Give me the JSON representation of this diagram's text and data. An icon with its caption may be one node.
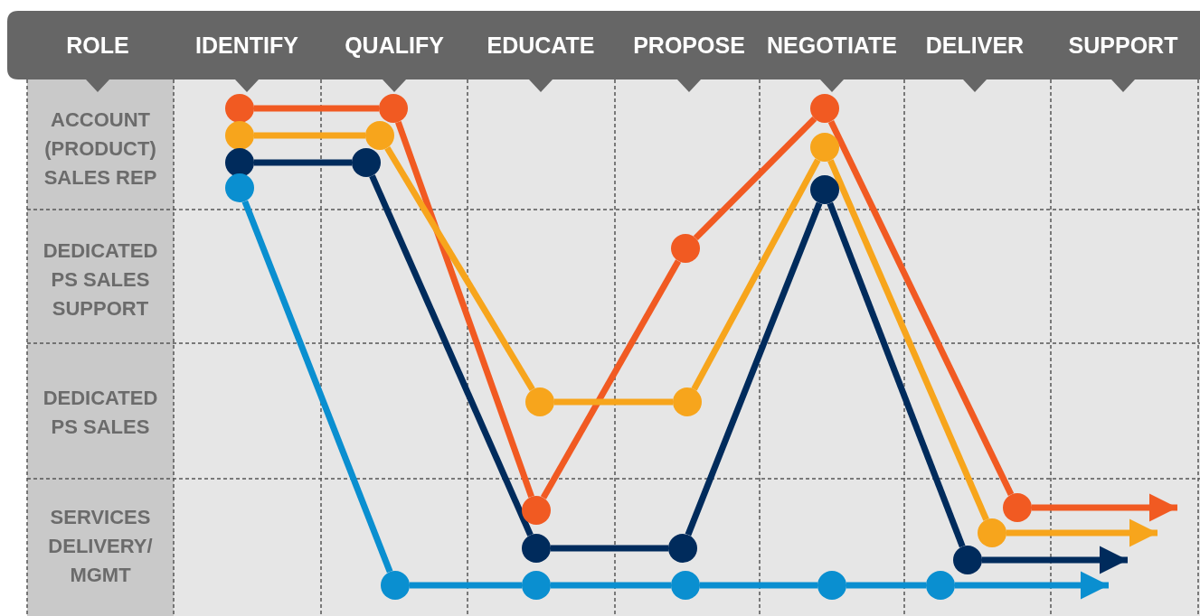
{
  "diagram": {
    "nodes": [
      {
        "text": [],
        "shape": "circle"
      },
      {
        "text": [],
        "shape": "circle"
      },
      {
        "text": [],
        "shape": "circle"
      },
      {
        "text": [],
        "shape": "circle"
      },
      {
        "text": [],
        "shape": "circle"
      },
      {
        "text": [],
        "shape": "circle"
      },
      {
        "text": [],
        "shape": "circle"
      },
      {
        "text": [],
        "shape": "circle"
      },
      {
        "text": [],
        "shape": "circle"
      },
      {
        "text": [],
        "shape": "circle"
      },
      {
        "text": [],
        "shape": "circle"
      },
      {
        "text": [],
        "shape": "circle"
      },
      {
        "text": [],
        "shape": "circle"
      },
      {
        "text": [],
        "shape": "circle"
      },
      {
        "text": [],
        "shape": "circle"
      },
      {
        "text": [],
        "shape": "circle"
      },
      {
        "text": [],
        "shape": "circle"
      },
      {
        "text": [],
        "shape": "circle"
      },
      {
        "text": [],
        "shape": "circle"
      },
      {
        "text": [],
        "shape": "circle"
      },
      {
        "text": [],
        "shape": "circle"
      },
      {
        "text": [],
        "shape": "circle"
      },
      {
        "text": [],
        "shape": "circle"
      },
      {
        "text": [],
        "shape": "circle"
      }
    ],
    "edges": [
      {
        "from": 0,
        "to": 4,
        "arrow": "none",
        "color": "#f15a22"
      },
      {
        "from": 4,
        "to": 9,
        "arrow": "none",
        "color": "#f15a22"
      },
      {
        "from": 9,
        "to": 12,
        "arrow": "none",
        "color": "#f15a22"
      },
      {
        "from": 12,
        "to": 16,
        "arrow": "none",
        "color": "#f15a22"
      },
      {
        "from": 16,
        "to": 20,
        "arrow": "none",
        "color": "#f15a22"
      },
      {
        "from": 20,
        "to": null,
        "arrow": "to",
        "color": "#f15a22"
      },
      {
        "from": 1,
        "to": 5,
        "arrow": "none",
        "color": "#f7a51c"
      },
      {
        "from": 5,
        "to": 8,
        "arrow": "none",
        "color": "#f7a51c"
      },
      {
        "from": 8,
        "to": 13,
        "arrow": "none",
        "color": "#f7a51c"
      },
      {
        "from": 13,
        "to": 17,
        "arrow": "none",
        "color": "#f7a51c"
      },
      {
        "from": 17,
        "to": 21,
        "arrow": "none",
        "color": "#f7a51c"
      },
      {
        "from": 21,
        "to": null,
        "arrow": "to",
        "color": "#f7a51c"
      },
      {
        "from": 2,
        "to": 6,
        "arrow": "none",
        "color": "#002b5c"
      },
      {
        "from": 6,
        "to": 10,
        "arrow": "none",
        "color": "#002b5c"
      },
      {
        "from": 10,
        "to": 14,
        "arrow": "none",
        "color": "#002b5c"
      },
      {
        "from": 14,
        "to": 18,
        "arrow": "none",
        "color": "#002b5c"
      },
      {
        "from": 18,
        "to": 22,
        "arrow": "none",
        "color": "#002b5c"
      },
      {
        "from": 22,
        "to": null,
        "arrow": "to",
        "color": "#002b5c"
      },
      {
        "from": 3,
        "to": 7,
        "arrow": "none",
        "color": "#0a8fd0"
      },
      {
        "from": 7,
        "to": 11,
        "arrow": "none",
        "color": "#0a8fd0"
      },
      {
        "from": 11,
        "to": 15,
        "arrow": "none",
        "color": "#0a8fd0"
      },
      {
        "from": 15,
        "to": 19,
        "arrow": "none",
        "color": "#0a8fd0"
      },
      {
        "from": 19,
        "to": 23,
        "arrow": "none",
        "color": "#0a8fd0"
      },
      {
        "from": 23,
        "to": null,
        "arrow": "to",
        "color": "#0a8fd0"
      }
    ],
    "labels": [
      "ROLE",
      "IDENTIFY",
      "QUALIFY",
      "EDUCATE",
      "PROPOSE",
      "NEGOTIATE",
      "DELIVER",
      "SUPPORT",
      "ACCOUNT (PRODUCT) SALES REP",
      "DEDICATED PS SALES SUPPORT",
      "DEDICATED PS SALES",
      "SERVICES DELIVERY/ MGMT"
    ]
  }
}
